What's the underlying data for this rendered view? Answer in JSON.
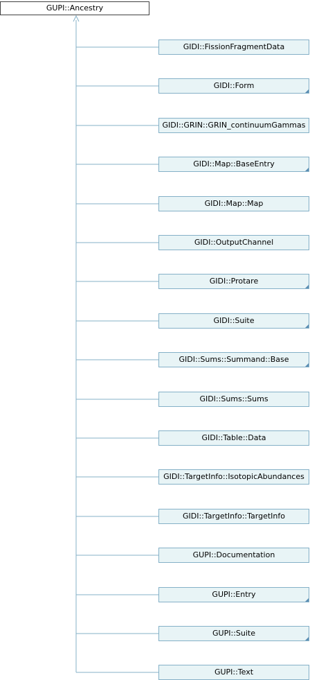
{
  "root": {
    "label": "GUPI::Ancestry"
  },
  "colors": {
    "connector": "#84b0c7",
    "node_fill": "#e8f4f6",
    "node_border": "#84b0c7",
    "root_border": "#404040"
  },
  "children": [
    {
      "label": "GIDI::FissionFragmentData",
      "has_more": false
    },
    {
      "label": "GIDI::Form",
      "has_more": true
    },
    {
      "label": "GIDI::GRIN::GRIN_continuumGammas",
      "has_more": false
    },
    {
      "label": "GIDI::Map::BaseEntry",
      "has_more": true
    },
    {
      "label": "GIDI::Map::Map",
      "has_more": false
    },
    {
      "label": "GIDI::OutputChannel",
      "has_more": false
    },
    {
      "label": "GIDI::Protare",
      "has_more": true
    },
    {
      "label": "GIDI::Suite",
      "has_more": true
    },
    {
      "label": "GIDI::Sums::Summand::Base",
      "has_more": true
    },
    {
      "label": "GIDI::Sums::Sums",
      "has_more": false
    },
    {
      "label": "GIDI::Table::Data",
      "has_more": false
    },
    {
      "label": "GIDI::TargetInfo::IsotopicAbundances",
      "has_more": false
    },
    {
      "label": "GIDI::TargetInfo::TargetInfo",
      "has_more": false
    },
    {
      "label": "GUPI::Documentation",
      "has_more": false
    },
    {
      "label": "GUPI::Entry",
      "has_more": true
    },
    {
      "label": "GUPI::Suite",
      "has_more": true
    },
    {
      "label": "GUPI::Text",
      "has_more": false
    }
  ]
}
